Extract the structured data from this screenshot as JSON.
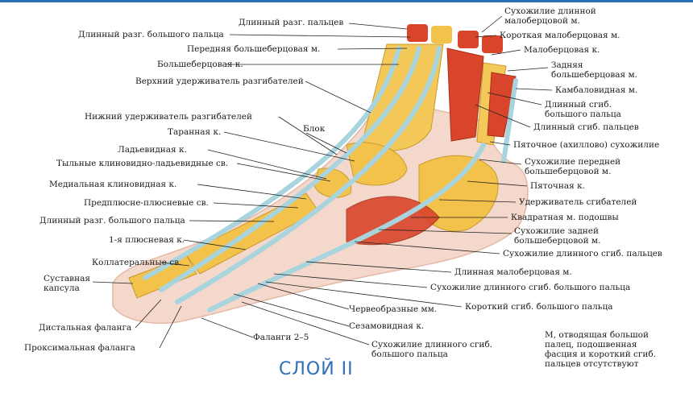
{
  "layer_title": "СЛОЙ II",
  "note": "М, отводящая большой\nпалец, подошвенная\nфасция и короткий сгиб.\nпальцев отсутствуют",
  "labels_left": {
    "l1": "Длинный разг. пальцев",
    "l2": "Длинный разг. большого пальца",
    "l3": "Передняя большеберцовая м.",
    "l4": "Большеберцовая к.",
    "l5": "Верхний удерживатель разгибателей",
    "l6": "Нижний удерживатель разгибателей",
    "l7": "Таранная к.",
    "l8": "Ладьевидная к.",
    "l9": "Тыльные клиновидно-ладьевидные св.",
    "l10": "Медиальная клиновидная к.",
    "l11": "Предплюсне-плюсневые св.",
    "l12": "Длинный разг. большого пальца",
    "l13": "1-я плюсневая к.",
    "l14": "Коллатеральные св.",
    "l15": "Суставная\nкапсула",
    "l16": "Дистальная фаланга",
    "l17": "Проксимальная фаланга"
  },
  "labels_center": {
    "blok": "Блок",
    "chervo": "Червеобразные мм.",
    "sezam": "Сезамовидная к.",
    "falangi": "Фаланги 2–5",
    "suhozh_big": "Сухожилие длинного сгиб.\nбольшого пальца"
  },
  "labels_right": {
    "r1": "Сухожилие длинной\nмалоберцовой м.",
    "r2": "Короткая малоберцовая м.",
    "r3": "Малоберцовая к.",
    "r4": "Задняя\nбольшеберцовая м.",
    "r5": "Камбаловидная м.",
    "r6": "Длинный сгиб.\nбольшого пальца",
    "r7": "Длинный сгиб. пальцев",
    "r8": "Пяточное (ахиллово) сухожилие",
    "r9": "Сухожилие передней\nбольшеберцовой м.",
    "r10": "Пяточная к.",
    "r11": "Удерживатель сгибателей",
    "r12": "Квадратная м. подошвы",
    "r13": "Сухожилие задней\nбольшеберцовой м.",
    "r14": "Сухожилие длинного сгиб. пальцев",
    "r15": "Длинная малоберцовая м.",
    "r16": "Сухожилие длинного сгиб. большого пальца",
    "r17": "Короткий сгиб. большого пальца"
  },
  "colors": {
    "accent": "#2c6fb6",
    "bone": "#f2c24a",
    "muscle": "#d9452b",
    "tendon": "#a8d4de",
    "skin": "#f4d8cc"
  }
}
